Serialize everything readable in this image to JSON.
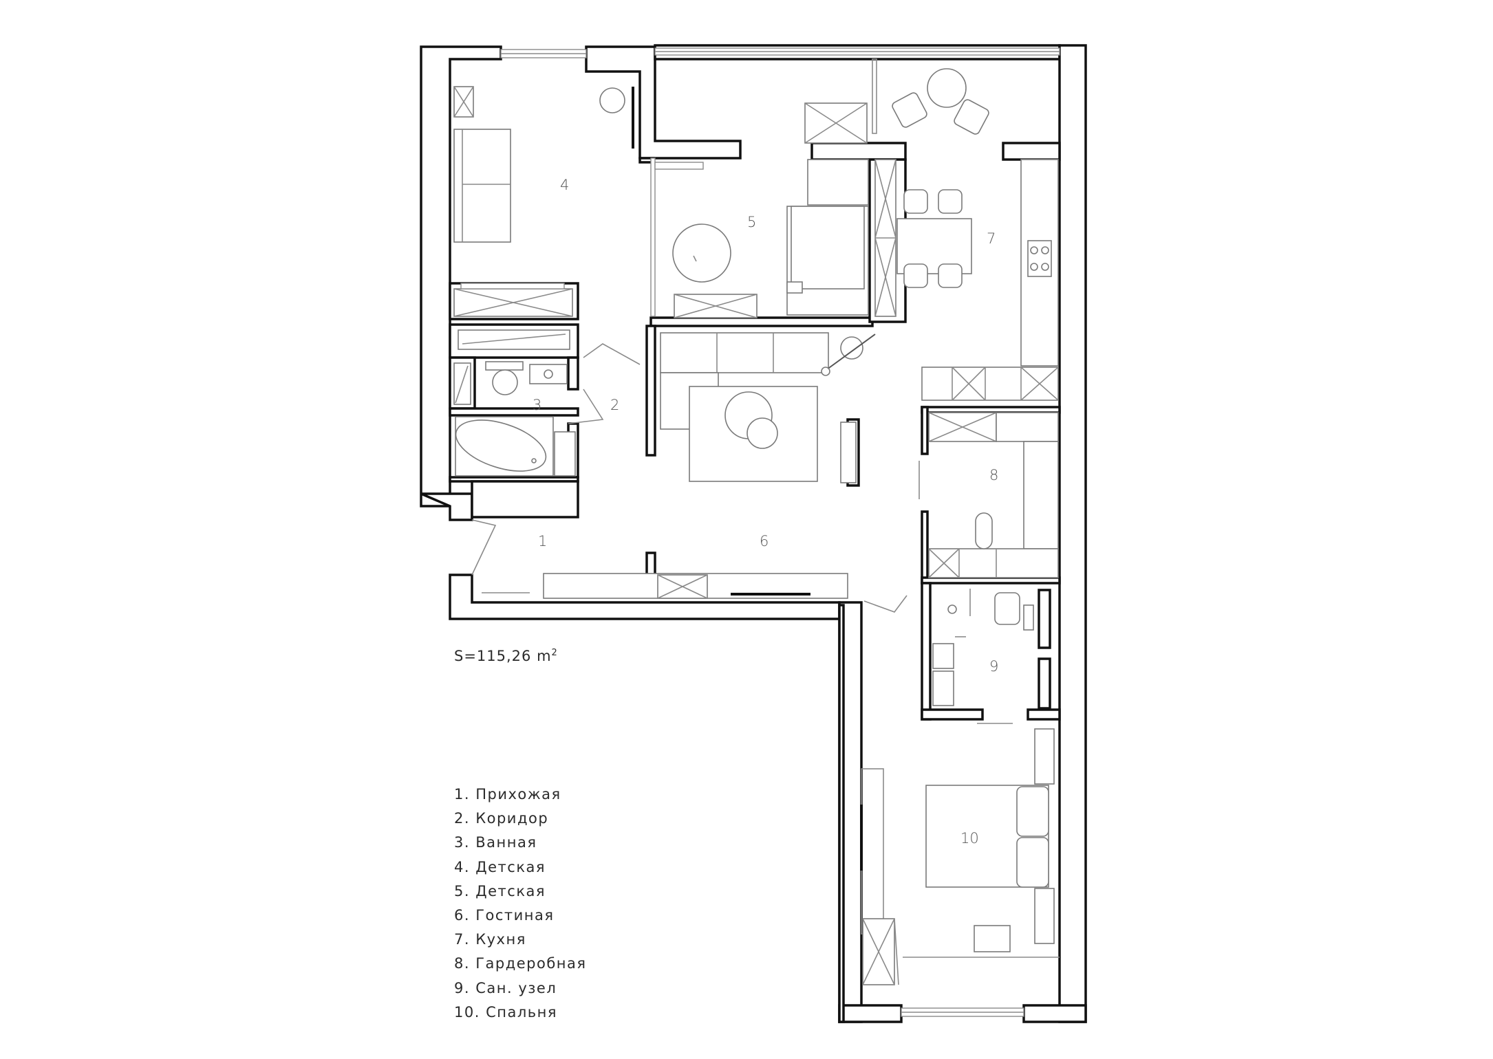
{
  "plan": {
    "area_label": "S=115,26 m",
    "area_superscript": "2",
    "rooms": [
      {
        "number": "1",
        "name": "Прихожая"
      },
      {
        "number": "2",
        "name": "Коридор"
      },
      {
        "number": "3",
        "name": "Ванная"
      },
      {
        "number": "4",
        "name": "Детская"
      },
      {
        "number": "5",
        "name": "Детская"
      },
      {
        "number": "6",
        "name": "Гостиная"
      },
      {
        "number": "7",
        "name": "Кухня"
      },
      {
        "number": "8",
        "name": "Гардеробная"
      },
      {
        "number": "9",
        "name": "Сан. узел"
      },
      {
        "number": "10",
        "name": "Спальня"
      }
    ],
    "legend": [
      "1. Прихожая",
      "2. Коридор",
      "3. Ванная",
      "4. Детская",
      "5. Детская",
      "6. Гостиная",
      "7. Кухня",
      "8. Гардеробная",
      "9. Сан. узел",
      "10. Спальня"
    ]
  }
}
